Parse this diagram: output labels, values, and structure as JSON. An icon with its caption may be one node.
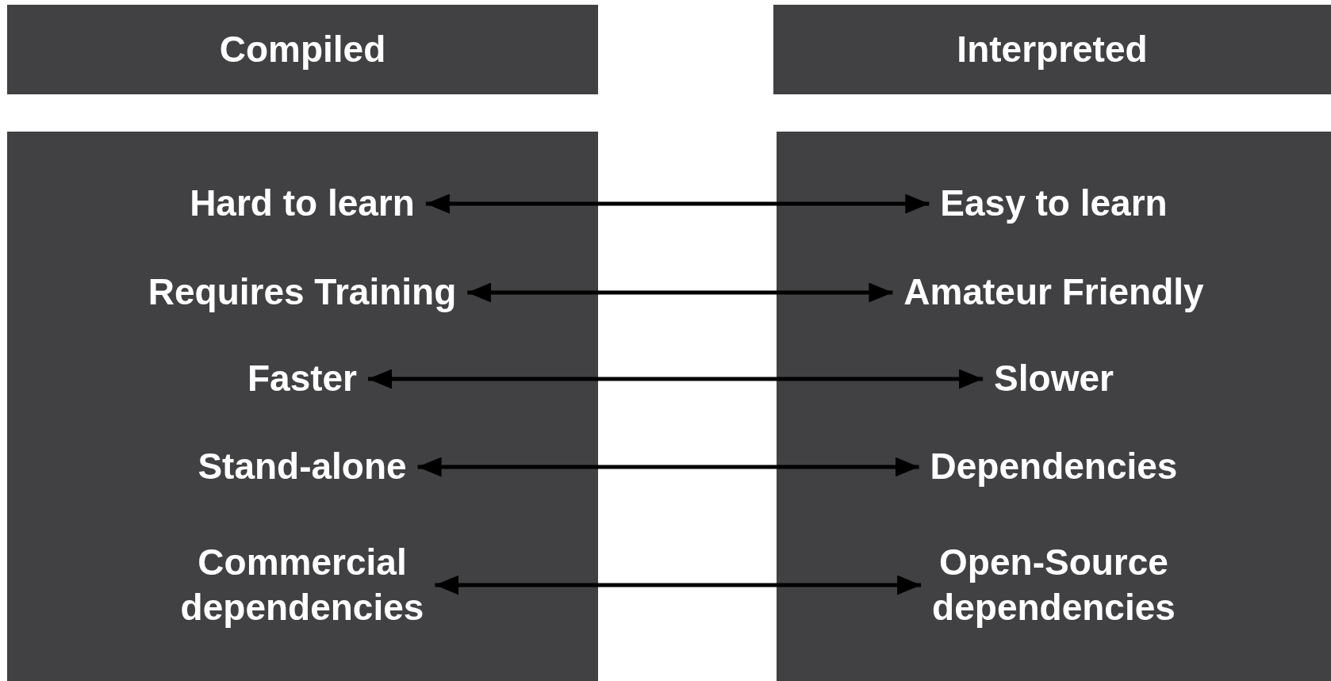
{
  "diagram": {
    "nodes": [
      {
        "text": [
          "Compiled"
        ]
      },
      {
        "text": [
          "Interpreted"
        ]
      },
      {
        "text": [],
        "shape": "box"
      },
      {
        "text": [
          "Hard to learn"
        ],
        "in": 2
      },
      {
        "text": [
          "Requires Training"
        ],
        "in": 2
      },
      {
        "text": [
          "Faster"
        ],
        "in": 2
      },
      {
        "text": [
          "Stand-alone"
        ],
        "in": 2
      },
      {
        "text": [
          "Commercial dependencies"
        ],
        "in": 2
      },
      {
        "text": [],
        "shape": "box"
      },
      {
        "text": [
          "Easy to learn"
        ],
        "in": 8
      },
      {
        "text": [
          "Amateur Friendly"
        ],
        "in": 8
      },
      {
        "text": [
          "Slower"
        ],
        "in": 8
      },
      {
        "text": [
          "Dependencies"
        ],
        "in": 8
      },
      {
        "text": [
          "Open-Source dependencies"
        ],
        "in": 8
      }
    ],
    "edges": [
      {
        "from": 3,
        "to": 9,
        "arrow": "both"
      },
      {
        "from": 4,
        "to": 10,
        "arrow": "both"
      },
      {
        "from": 5,
        "to": 11,
        "arrow": "both"
      },
      {
        "from": 6,
        "to": 12,
        "arrow": "both"
      },
      {
        "from": 7,
        "to": 13,
        "arrow": "both"
      }
    ]
  }
}
